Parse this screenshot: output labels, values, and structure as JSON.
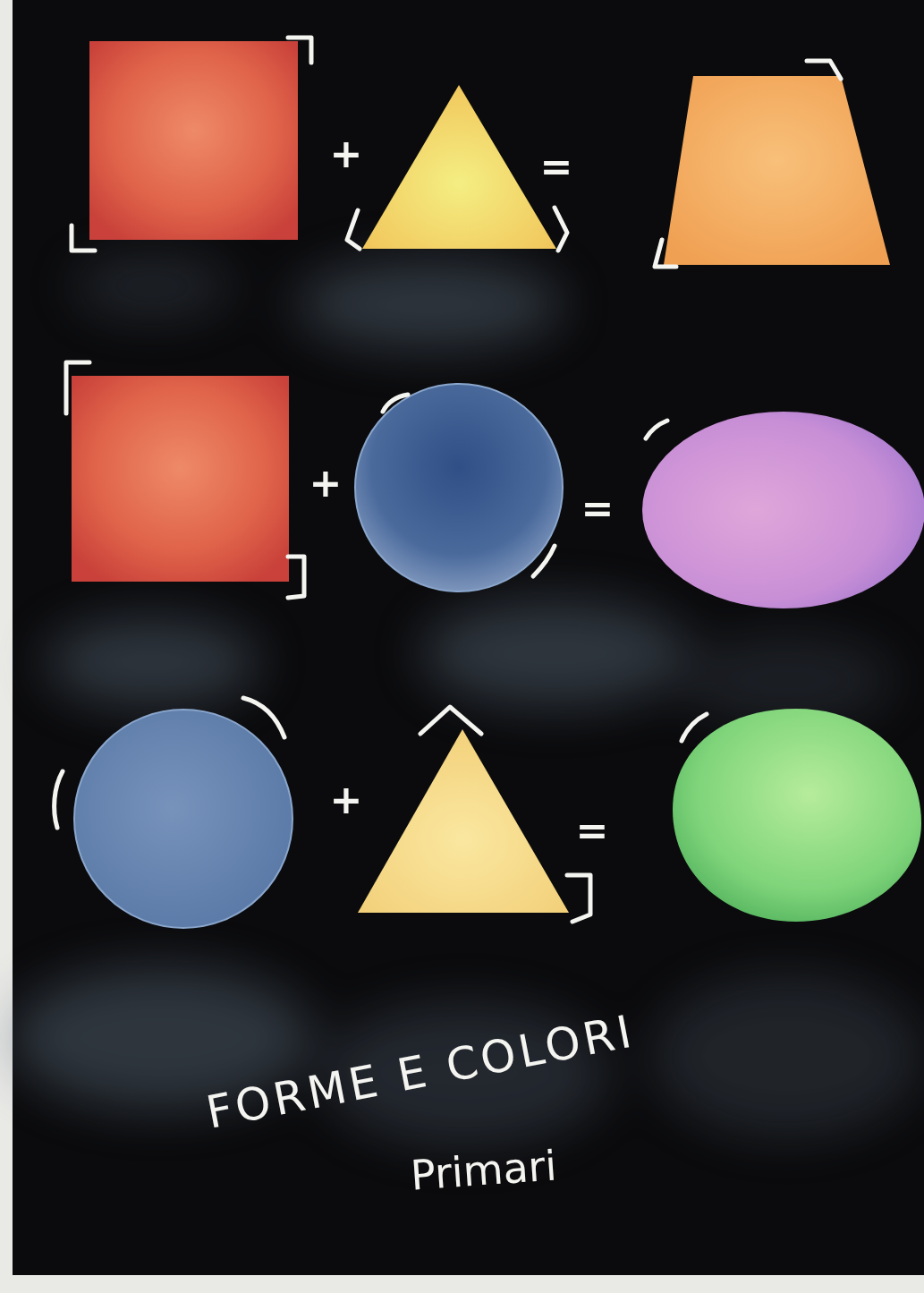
{
  "diagram": {
    "title": "FORME E COLORI",
    "caption": "Primari",
    "labels": [
      "+",
      "=",
      "+",
      "=",
      "+",
      "="
    ]
  }
}
